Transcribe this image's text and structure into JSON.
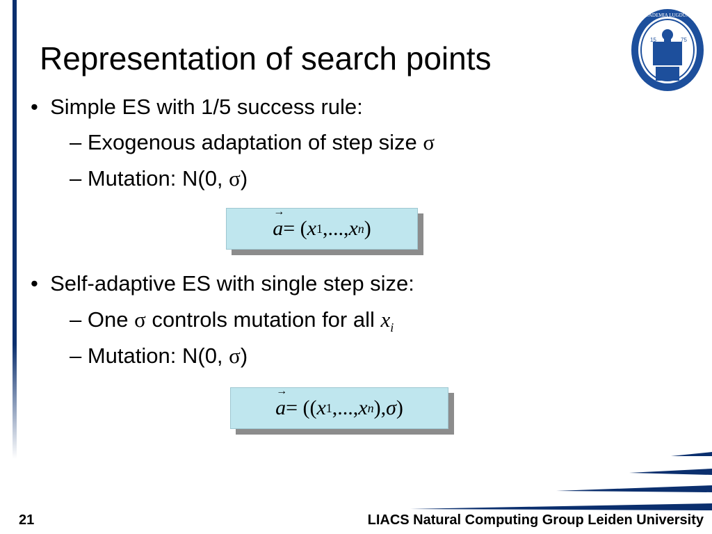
{
  "slide": {
    "title": "Representation of search points",
    "bullets": [
      {
        "text": "Simple ES with 1/5 success rule:",
        "subs": [
          {
            "prefix": "– Exogenous adaptation of step size ",
            "symbol": "σ"
          },
          {
            "prefix": "– Mutation: N(0, ",
            "symbol": "σ",
            "suffix": ")"
          }
        ],
        "formula": {
          "a": "a",
          "eq": " = (",
          "x1": "x",
          "sub1": "1",
          "mid": ",..., ",
          "xn": "x",
          "subn": "n",
          "end": ")"
        }
      },
      {
        "text": "Self-adaptive ES with single step size:",
        "subs": [
          {
            "prefix": "– One ",
            "symbol": "σ",
            "suffix": " controls mutation for all ",
            "var": "x",
            "var_sub": "i"
          },
          {
            "prefix": "– Mutation: N(0, ",
            "symbol": "σ",
            "suffix": ")"
          }
        ],
        "formula": {
          "a": "a",
          "eq": " = ((",
          "x1": "x",
          "sub1": "1",
          "mid": ",..., ",
          "xn": "x",
          "subn": "n",
          "end": "),",
          "sigma": "σ",
          "close": ")"
        }
      }
    ],
    "bullet_char": "•"
  },
  "footer": {
    "page_number": "21",
    "text": "LIACS Natural Computing Group Leiden University"
  },
  "colors": {
    "accent": "#0b2f6e",
    "formula_bg": "#bfe6ee",
    "formula_shadow": "#8c8c8c"
  },
  "logo": {
    "icon": "leiden-university-seal",
    "left_number": "15",
    "right_number": "75"
  }
}
